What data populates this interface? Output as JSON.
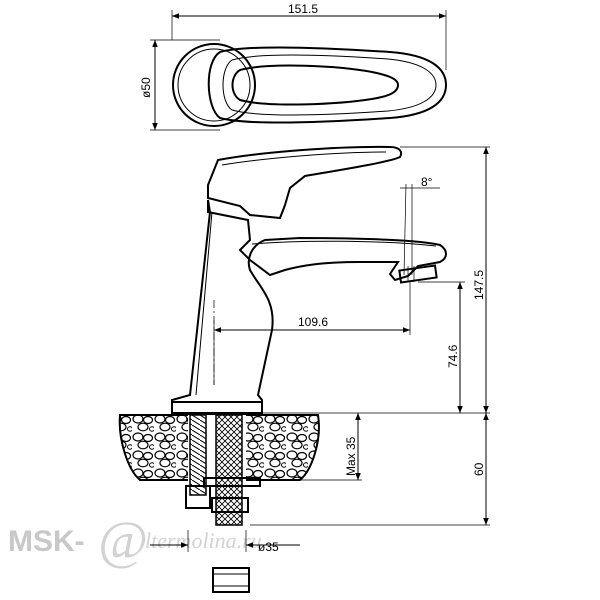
{
  "dimensions": {
    "top_width": "151.5",
    "top_diameter": "ø50",
    "angle": "8°",
    "reach": "109.6",
    "spout_height": "74.6",
    "total_height": "147.5",
    "max_thickness": "Max 35",
    "shank_length": "60",
    "hole_diameter": "ø35"
  },
  "watermark": {
    "brand": "MSK-",
    "at_symbol": "@",
    "site": "ltermolina.ru"
  }
}
